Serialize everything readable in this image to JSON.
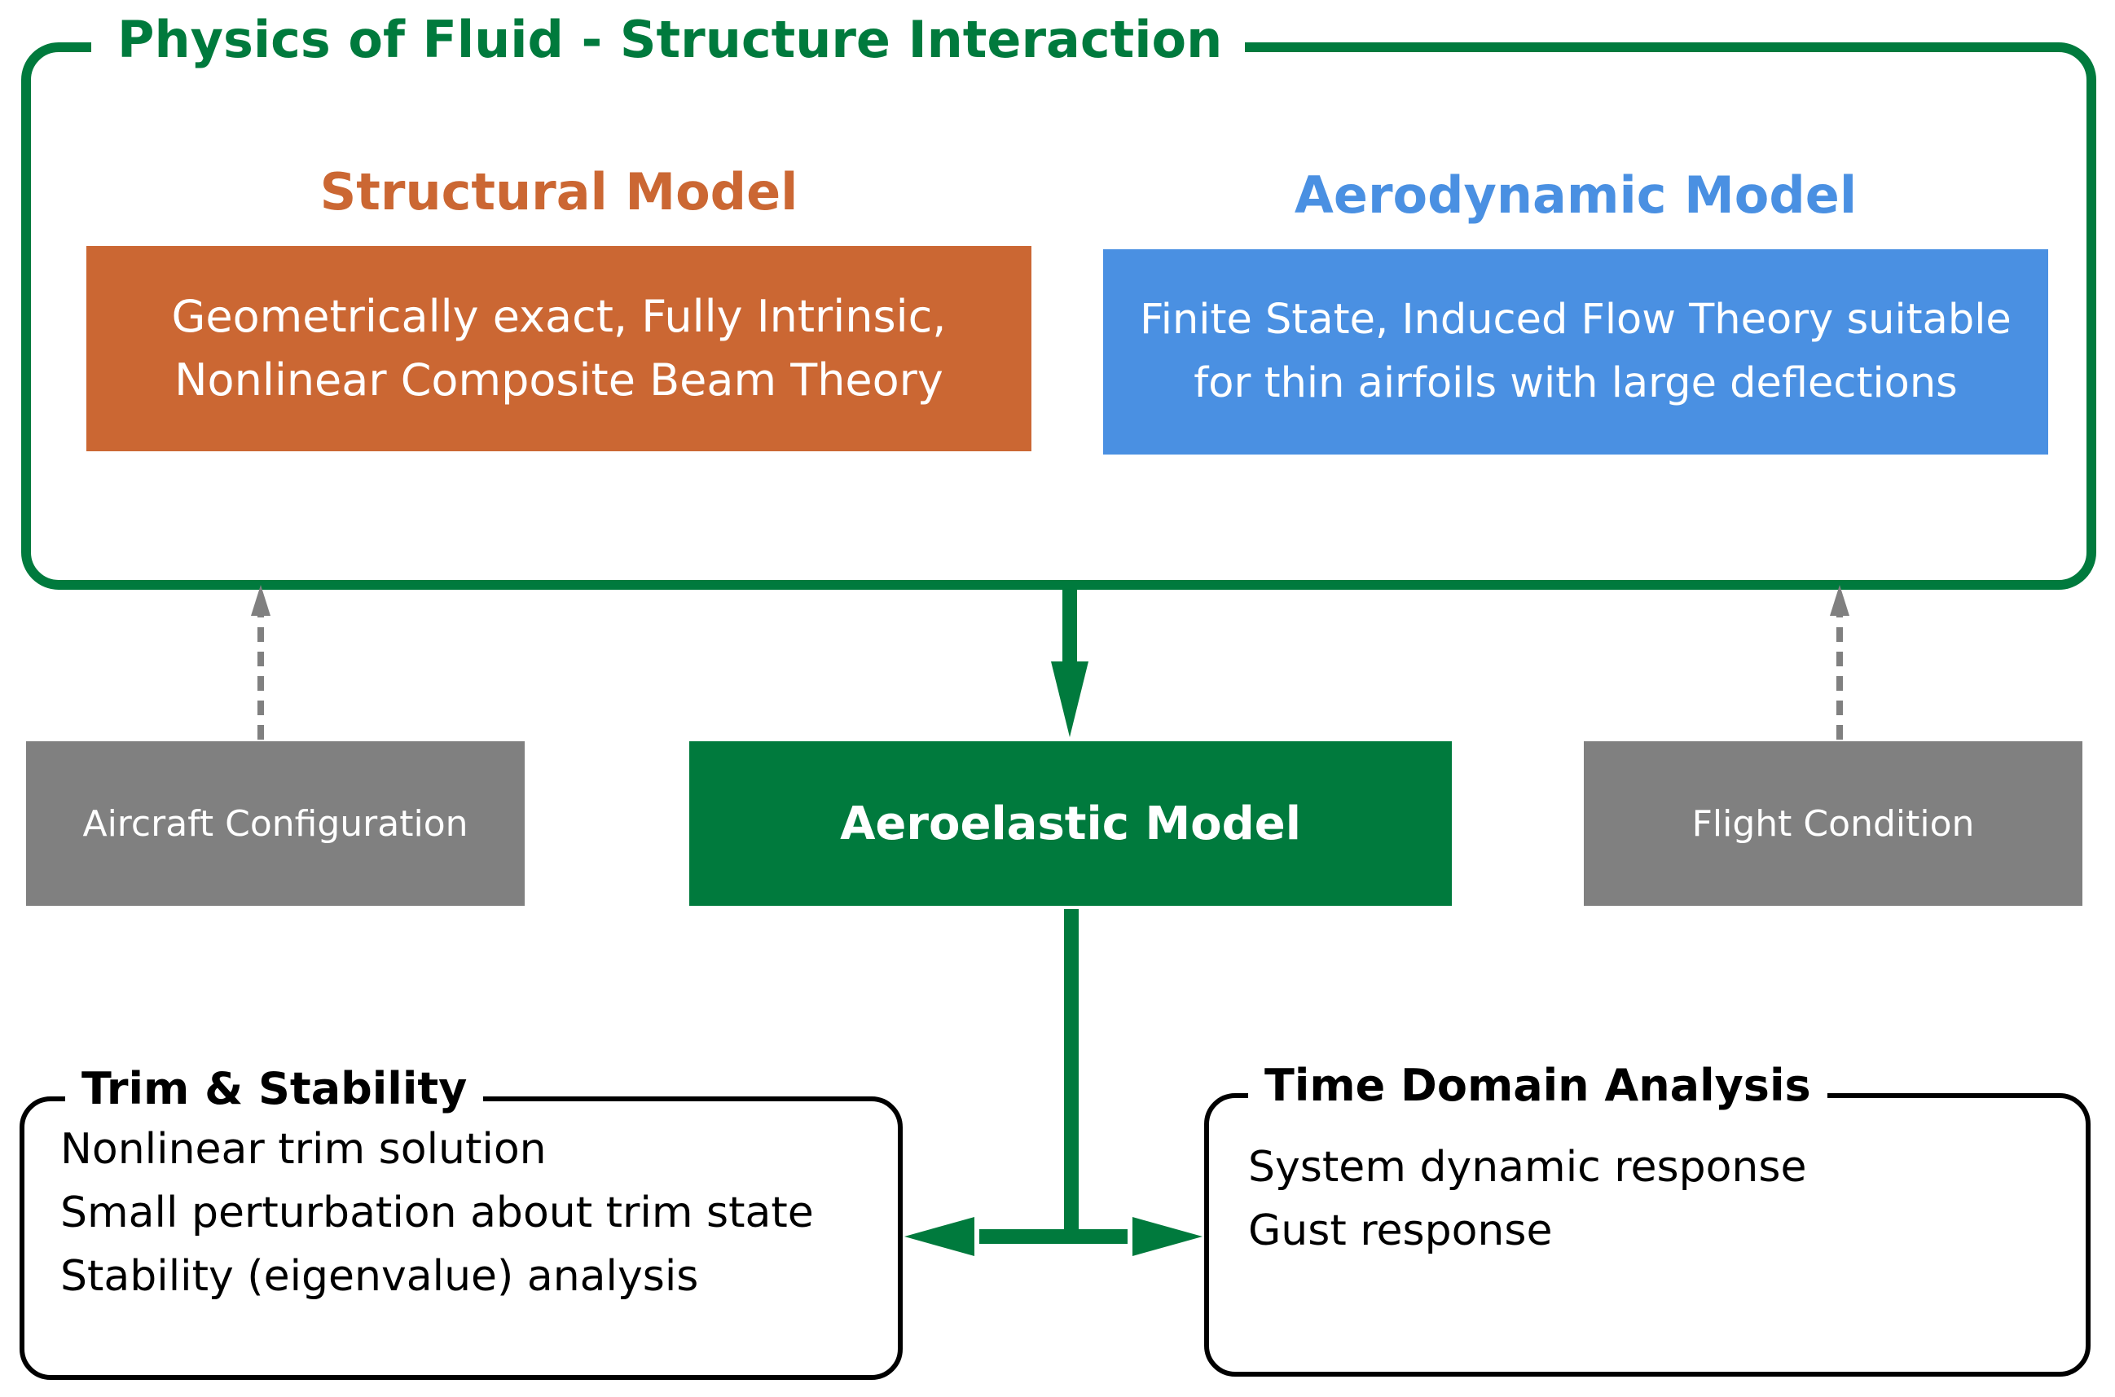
{
  "physics_frame": {
    "title": "Physics of Fluid - Structure Interaction"
  },
  "structural_model": {
    "heading": "Structural Model",
    "lines": [
      "Geometrically exact, Fully Intrinsic,",
      "Nonlinear Composite Beam Theory"
    ]
  },
  "aerodynamic_model": {
    "heading": "Aerodynamic Model",
    "lines": [
      "Finite State, Induced Flow Theory suitable",
      "for thin airfoils with large deflections"
    ]
  },
  "inputs": {
    "aircraft_configuration": "Aircraft Configuration",
    "flight_condition": "Flight Condition"
  },
  "aeroelastic_model": {
    "label": "Aeroelastic Model"
  },
  "trim_stability": {
    "title": "Trim & Stability",
    "lines": [
      "Nonlinear trim solution",
      "Small perturbation about trim state",
      "Stability (eigenvalue) analysis"
    ]
  },
  "time_domain": {
    "title": "Time Domain Analysis",
    "lines": [
      "System dynamic response",
      "Gust response"
    ]
  },
  "colors": {
    "green": "#007A3D",
    "structural_orange": "#CB6733",
    "aero_blue": "#4A90E2",
    "input_gray": "#808080",
    "dashed_gray": "#808080"
  }
}
